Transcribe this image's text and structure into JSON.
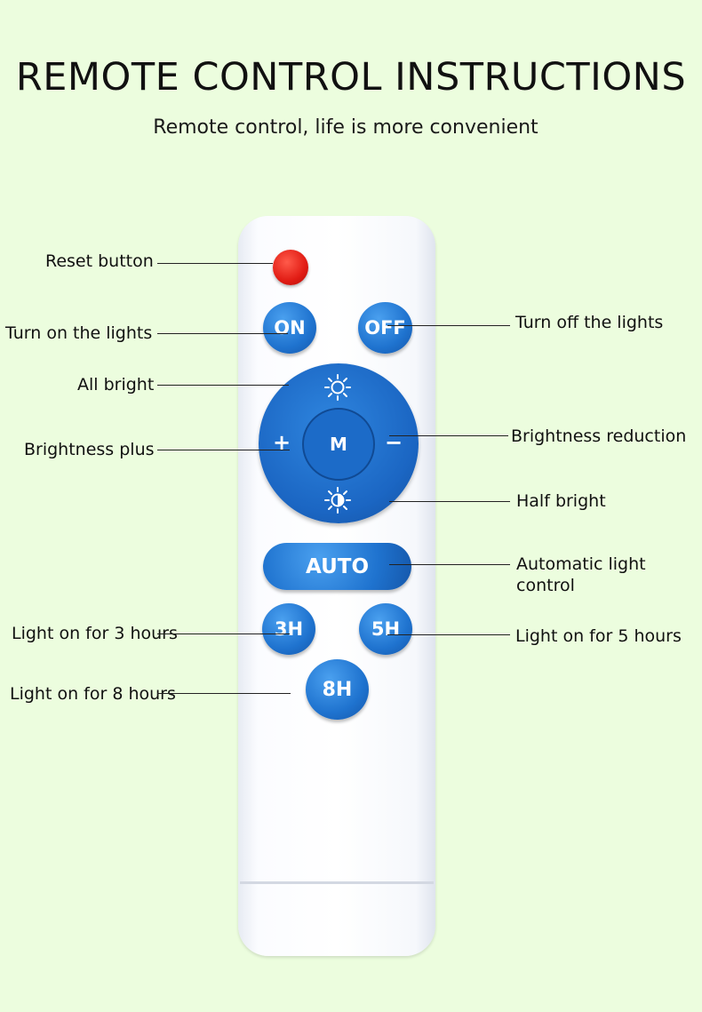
{
  "header": {
    "title": "REMOTE CONTROL INSTRUCTIONS",
    "subtitle": "Remote control, life is more convenient"
  },
  "remote": {
    "on_label": "ON",
    "off_label": "OFF",
    "mode_label": "M",
    "plus_symbol": "+",
    "minus_symbol": "−",
    "auto_label": "AUTO",
    "h3_label": "3H",
    "h5_label": "5H",
    "h8_label": "8H"
  },
  "callouts": {
    "reset": "Reset button",
    "turn_on": "Turn on the lights",
    "all_bright": "All bright",
    "brightness_plus": "Brightness plus",
    "light_3h": "Light on for 3 hours",
    "light_8h": "Light on for 8 hours",
    "turn_off": "Turn off the lights",
    "brightness_reduction": "Brightness reduction",
    "half_bright": "Half bright",
    "auto_line1": "Automatic light",
    "auto_line2": "control",
    "light_5h": "Light on for 5 hours"
  },
  "colors": {
    "background": "#ecfdde",
    "button_blue": "#1f73cf",
    "reset_red": "#e11c14",
    "remote_body": "#ffffff"
  },
  "icons": [
    "sun-full-icon",
    "sun-half-icon"
  ]
}
